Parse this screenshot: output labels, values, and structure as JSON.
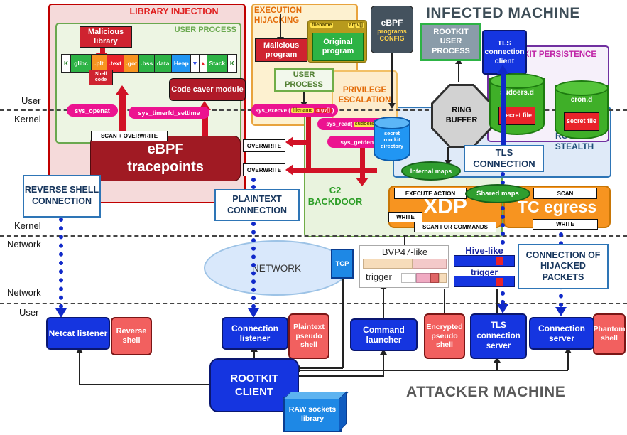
{
  "palette": {
    "blue_box": "#1535e0",
    "dark_red": "#a01a23",
    "red": "#cf2330",
    "salmon": "#f2605f",
    "pink_pill": "#ec1390",
    "orange": "#f79420",
    "green": "#2f9e2f",
    "light_green_bg": "#e9f3de",
    "light_blue_bg": "#dfeaf8",
    "light_purple_bg": "#f6f0fa",
    "light_red_bg": "#f5dada",
    "light_orange_bg": "#fdf1d0",
    "line_blue": "#1029c9",
    "arrow_red": "#d11226"
  },
  "titles": {
    "infected_machine": "INFECTED MACHINE",
    "attacker_machine": "ATTACKER MACHINE"
  },
  "layers": {
    "user_top": "User",
    "kernel_top": "Kernel",
    "kernel_mid": "Kernel",
    "network_mid": "Network",
    "network_low": "Network",
    "user_low": "User"
  },
  "library_injection": {
    "title": "LIBRARY INJECTION",
    "user_process_title": "USER PROCESS",
    "malicious_library": "Malicious library",
    "memory_segments": [
      {
        "label": "K",
        "bg": "#ffffff",
        "fg": "#1a7a1a"
      },
      {
        "label": "glibc",
        "bg": "#2db345",
        "fg": "#ffffff"
      },
      {
        "label": ".plt",
        "bg": "#f79420",
        "fg": "#ffffff"
      },
      {
        "label": ".text",
        "bg": "#e8232a",
        "fg": "#ffffff"
      },
      {
        "label": ".got",
        "bg": "#f79420",
        "fg": "#ffffff"
      },
      {
        "label": ".bss",
        "bg": "#2db345",
        "fg": "#ffffff"
      },
      {
        "label": "data",
        "bg": "#2db345",
        "fg": "#ffffff"
      },
      {
        "label": "Heap",
        "bg": "#2196f3",
        "fg": "#ffffff"
      },
      {
        "label": "▼",
        "bg": "#ffffff",
        "fg": "#1535e0"
      },
      {
        "label": "▲",
        "bg": "#ffffff",
        "fg": "#e8232a"
      },
      {
        "label": "Stack",
        "bg": "#2db345",
        "fg": "#ffffff"
      },
      {
        "label": "K",
        "bg": "#ffffff",
        "fg": "#1a7a1a"
      }
    ],
    "shell_code": "Shell code",
    "code_caver_module": "Code caver module",
    "sys_openat": "sys_openat",
    "sys_timerfd_settime": "sys_timerfd_settime",
    "scan_overwrite": "SCAN + OVERWRITE",
    "ebpf_tracepoints": "eBPF tracepoints",
    "overwrite_top": "OVERWRITE",
    "overwrite_bottom": "OVERWRITE"
  },
  "execution_hijacking": {
    "title": "EXECUTION HIJACKING",
    "malicious_program": "Malicious program",
    "original_program": "Original program",
    "header_filename": "filename",
    "header_argv": "argv[]",
    "user_process": "USER PROCESS",
    "privilege_escalation": "PRIVILEGE ESCALATION",
    "sys_execve_prefix": "sys_execve (",
    "sys_execve_filename": "filename",
    "sys_execve_argv": "argv[]",
    "sys_execve_suffix": ")",
    "sys_read_prefix": "sys_read(",
    "sys_read_arg": "sudoers",
    "sys_read_suffix": ")",
    "sys_getdents": "sys_getdents(",
    "secret_rootkit_directory": "secret rootkit directory"
  },
  "infected_top": {
    "ebpf_config_line1": "eBPF",
    "ebpf_config_line2": "programs",
    "ebpf_config_line3": "CONFIG",
    "rootkit_user_process": "ROOTKIT USER PROCESS",
    "tls_connection_client": "TLS connection client",
    "ring_buffer": "RING BUFFER"
  },
  "persistence": {
    "title": "ROOTKIT PERSISTENCE",
    "sudoers_d": "sudoers.d",
    "cron_d": "cron.d",
    "secret_file_sudoers": "secret file",
    "secret_file_cron": "secret file"
  },
  "stealth": {
    "title": "ROOTKIT STEALTH",
    "tls_connection": "TLS CONNECTION"
  },
  "c2": {
    "title": "C2 BACKDOOR",
    "internal_maps": "Internal maps",
    "shared_maps": "Shared maps",
    "execute_action": "EXECUTE ACTION",
    "scan": "SCAN",
    "xdp": "XDP",
    "tc_egress": "TC egress",
    "write_left": "WRITE",
    "write_right": "WRITE",
    "scan_for_commands": "SCAN FOR COMMANDS"
  },
  "connections": {
    "reverse_shell": "REVERSE SHELL CONNECTION",
    "plaintext": "PLAINTEXT CONNECTION",
    "hijacked": "CONNECTION OF HIJACKED PACKETS"
  },
  "network": {
    "label": "NETWORK",
    "tcp": "TCP",
    "bvp47_title": "BVP47-like",
    "bvp47_trigger": "trigger",
    "hive_title": "Hive-like",
    "hive_trigger": "trigger"
  },
  "attacker": {
    "netcat_listener": "Netcat listener",
    "reverse_shell": "Reverse shell",
    "connection_listener": "Connection listener",
    "plaintext_pseudo_shell": "Plaintext pseudo shell",
    "command_launcher": "Command launcher",
    "encrypted_pseudo_shell": "Encrypted pseudo shell",
    "tls_connection_server": "TLS connection server",
    "connection_server": "Connection server",
    "phantom_shell": "Phantom shell",
    "rootkit_client": "ROOTKIT CLIENT",
    "raw_sockets_library": "RAW sockets library"
  }
}
